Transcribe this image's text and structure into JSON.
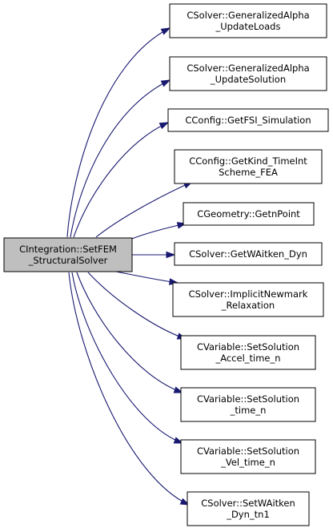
{
  "colors": {
    "edge": "#191970",
    "node_border": "#000000",
    "node_fill": "#ffffff",
    "source_fill": "#bfbfbf",
    "background": "#ffffff"
  },
  "source": {
    "lines": [
      "CIntegration::SetFEM",
      "_StructuralSolver"
    ]
  },
  "targets": [
    {
      "lines": [
        "CSolver::GeneralizedAlpha",
        "_UpdateLoads"
      ]
    },
    {
      "lines": [
        "CSolver::GeneralizedAlpha",
        "_UpdateSolution"
      ]
    },
    {
      "lines": [
        "CConfig::GetFSI_Simulation"
      ]
    },
    {
      "lines": [
        "CConfig::GetKind_TimeInt",
        "Scheme_FEA"
      ]
    },
    {
      "lines": [
        "CGeometry::GetnPoint"
      ]
    },
    {
      "lines": [
        "CSolver::GetWAitken_Dyn"
      ]
    },
    {
      "lines": [
        "CSolver::ImplicitNewmark",
        "_Relaxation"
      ]
    },
    {
      "lines": [
        "CVariable::SetSolution",
        "_Accel_time_n"
      ]
    },
    {
      "lines": [
        "CVariable::SetSolution",
        "_time_n"
      ]
    },
    {
      "lines": [
        "CVariable::SetSolution",
        "_Vel_time_n"
      ]
    },
    {
      "lines": [
        "CSolver::SetWAitken",
        "_Dyn_tn1"
      ]
    }
  ]
}
